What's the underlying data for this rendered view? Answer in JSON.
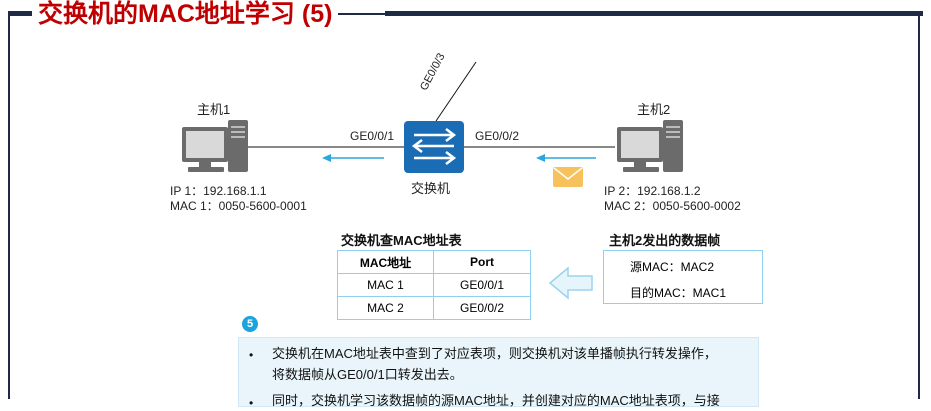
{
  "title": "交换机的MAC地址学习 (5)",
  "switch": {
    "label": "交换机",
    "uplink_port": "GE0/0/3",
    "left_port": "GE0/0/1",
    "right_port": "GE0/0/2"
  },
  "host1": {
    "name": "主机1",
    "ip": "IP 1：192.168.1.1",
    "mac": "MAC 1：0050-5600-0001"
  },
  "host2": {
    "name": "主机2",
    "ip": "IP 2：192.168.1.2",
    "mac": "MAC 2：0050-5600-0002"
  },
  "mac_table": {
    "title": "交换机查MAC地址表",
    "headers": [
      "MAC地址",
      "Port"
    ],
    "rows": [
      [
        "MAC 1",
        "GE0/0/1"
      ],
      [
        "MAC 2",
        "GE0/0/2"
      ]
    ]
  },
  "data_frame": {
    "title": "主机2发出的数据帧",
    "src": "源MAC：MAC2",
    "dst": "目的MAC：MAC1"
  },
  "step": "5",
  "notes": {
    "line1": "交换机在MAC地址表中查到了对应表项，则交换机对该单播帧执行转发操作，",
    "line2": "将数据帧从GE0/0/1口转发出去。",
    "line3": "同时，交换机学习该数据帧的源MAC地址，并创建对应的MAC地址表项，与接"
  },
  "colors": {
    "title": "#c00000",
    "switch": "#1a6cb5",
    "arrow": "#2aa7dc",
    "table_border": "#8fd0ee"
  },
  "icons": [
    "computer-icon",
    "switch-icon",
    "envelope-icon",
    "arrow-left-icon"
  ]
}
